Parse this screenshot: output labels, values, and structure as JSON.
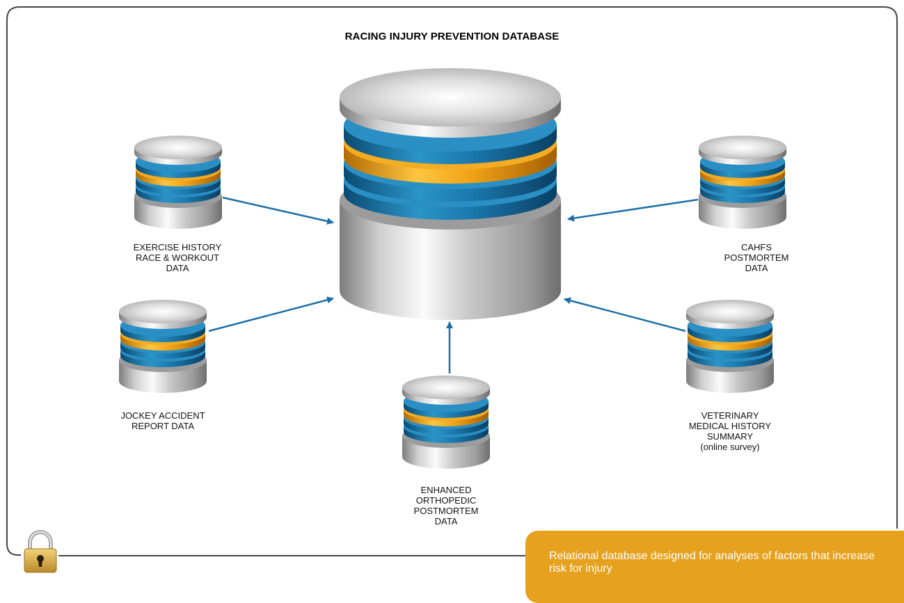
{
  "title": "RACING INJURY PREVENTION DATABASE",
  "sources": {
    "exercise": [
      "EXERCISE HISTORY",
      "RACE & WORKOUT",
      "DATA"
    ],
    "jockey": [
      "JOCKEY ACCIDENT",
      "REPORT DATA"
    ],
    "orthopedic": [
      "ENHANCED",
      "ORTHOPEDIC",
      "POSTMORTEM",
      "DATA"
    ],
    "cahfs": [
      "CAHFS",
      "POSTMORTEM",
      "DATA"
    ],
    "veterinary": [
      "VETERINARY",
      "MEDICAL HISTORY",
      "SUMMARY",
      "(online survey)"
    ]
  },
  "note": "Relational database designed for analyses of factors that increase risk for injury",
  "colors": {
    "arrow": "#1c6fa6",
    "disk_blue": "#1f7fb4",
    "disk_orange": "#f2a51a",
    "note_background": "#e6a11e",
    "frame": "#444444"
  },
  "icons": {
    "lock": "padlock-icon",
    "database": "database-cylinder-icon"
  }
}
